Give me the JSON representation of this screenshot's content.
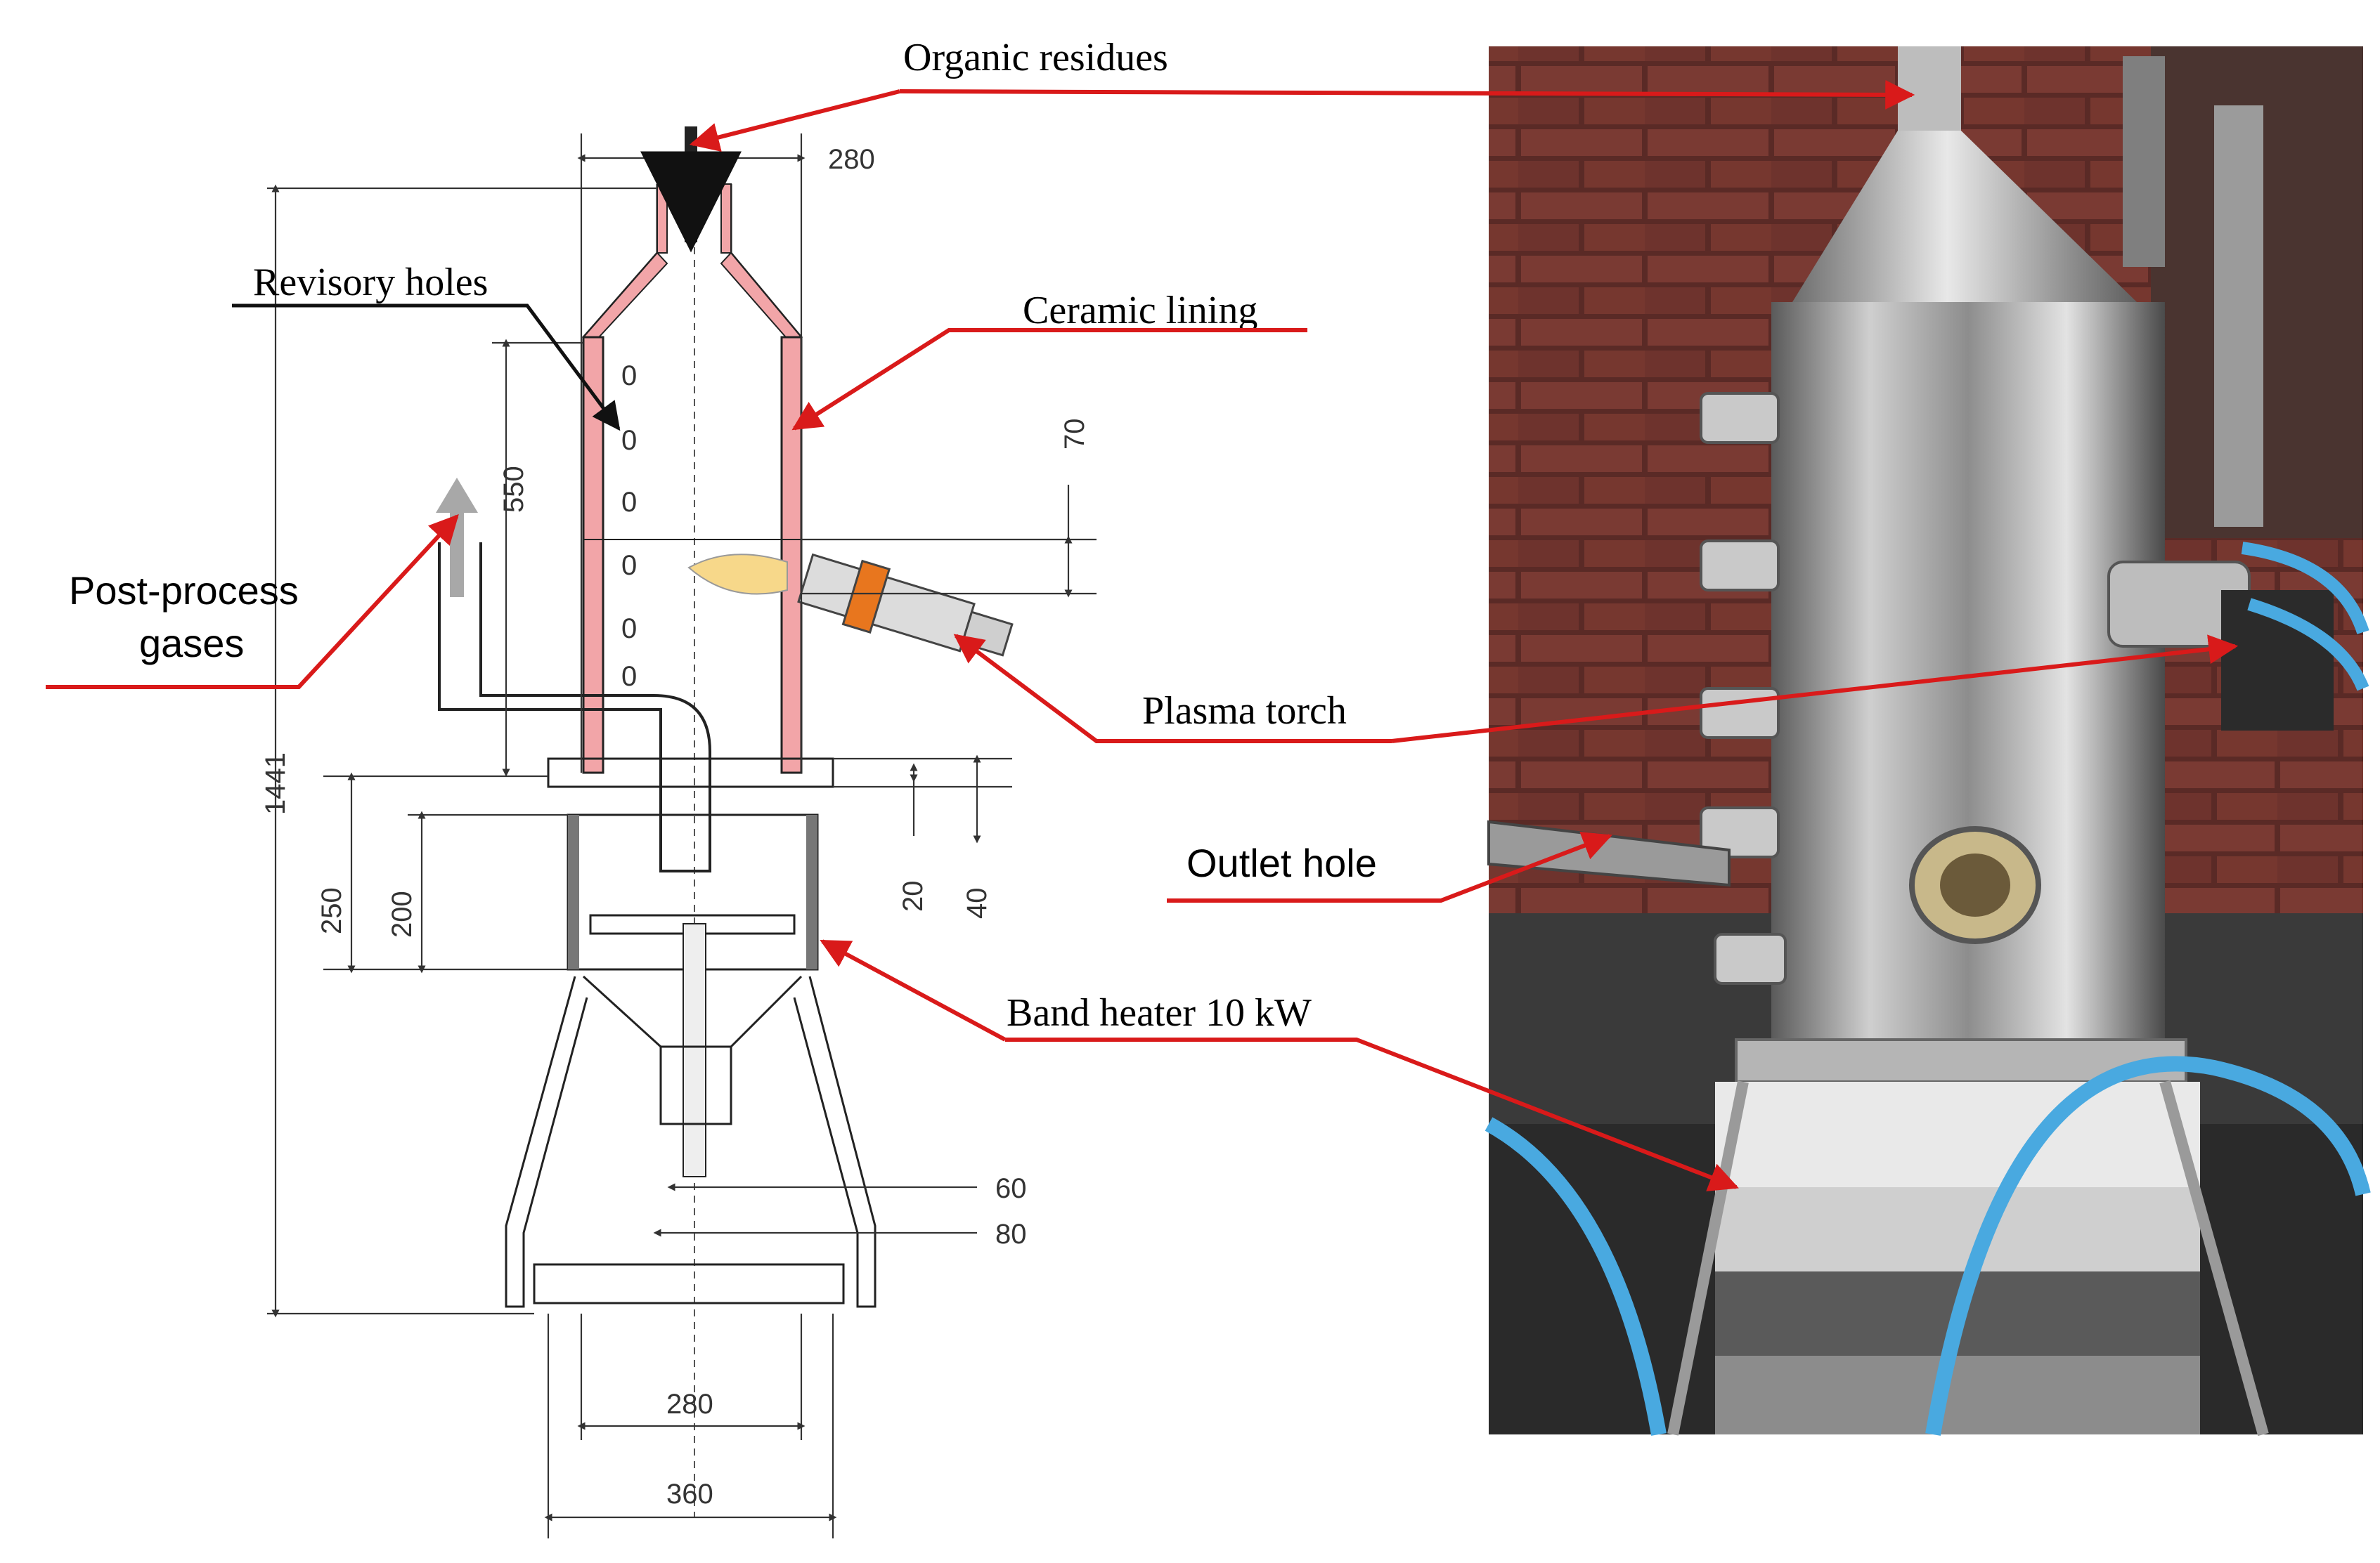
{
  "labels": {
    "organic_residues": "Organic residues",
    "revisory_holes": "Revisory holes",
    "ceramic_lining": "Ceramic lining",
    "post_process_gases_line1": "Post-process",
    "post_process_gases_line2": "gases",
    "plasma_torch": "Plasma torch",
    "outlet_hole": "Outlet hole",
    "band_heater": "Band heater 10 kW"
  },
  "dimensions": {
    "top_width": "280",
    "upper_section": "550",
    "torch_offset": "70",
    "total_height": "1441",
    "vessel_height": "250",
    "inner_height": "200",
    "flange_20": "20",
    "flange_40": "40",
    "drain_60": "60",
    "drain_80": "80",
    "bottom_width_280": "280",
    "bottom_width_360": "360"
  },
  "hole_glyph": "0",
  "colors": {
    "arrow_red": "#d91a1a",
    "ceramic_pink": "#f2a5a8",
    "torch_flame": "#f7d88a",
    "torch_band": "#e8761e",
    "gas_arrow_gray": "#a8a8a8"
  }
}
